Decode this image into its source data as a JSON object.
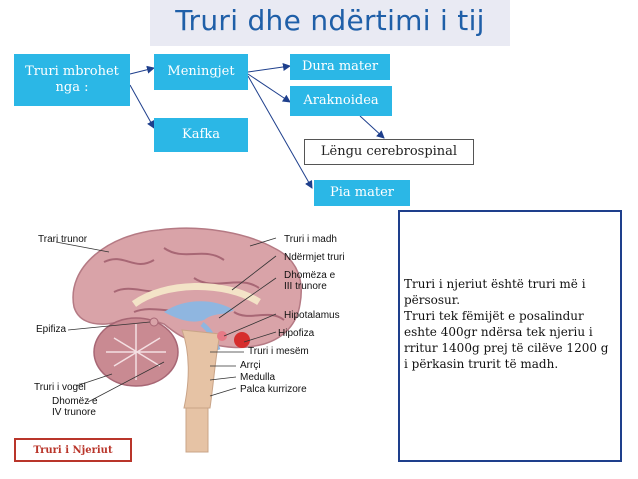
{
  "title": "Truri dhe ndërtimi i tij",
  "diagram": {
    "root": "Truri mbrohet nga :",
    "meningjet": "Meningjet",
    "kafka": "Kafka",
    "dura_mater": "Dura mater",
    "araknoidea": "Araknoidea",
    "lengu": "Lëngu cerebrospinal",
    "pia_mater": "Pia mater"
  },
  "figure": {
    "caption": "Truri i Njeriut",
    "labels": {
      "truri_trunor": "Trari trunor",
      "truri_i_madh": "Truri i madh",
      "nderrmjet_truri": "Ndërmjet truri",
      "dhomeza_iii": "Dhomëza e\nIII trunore",
      "hipotalamus": "Hipotalamus",
      "hipofiza": "Hipofiza",
      "truri_i_mesem": "Truri i mesëm",
      "arrci": "Arrçi",
      "medulla": "Medulla",
      "palca": "Palca kurrizore",
      "epifiza": "Epifiza",
      "truri_i_vogel": "Truri i vogël",
      "dhomeza_iv": "Dhomëz e\nIV trunore"
    }
  },
  "info": {
    "text": "Truri i njeriut është truri më i përsosur.\nTruri tek fëmijët e posalindur eshte 400gr ndërsa tek njeriu i rritur 1400g prej të cilëve 1200 g i përkasin trurit të madh."
  },
  "colors": {
    "title": "#1f5fa8",
    "box_fill": "#2bb7e6",
    "arrow": "#1e3f8c",
    "cerebrum": "#d9a3a8",
    "cerebellum": "#c98a92",
    "brainstem": "#e6c3a5",
    "ventricle": "#8fb6e0",
    "caption_border": "#b9352a",
    "info_border": "#1e3f8c"
  }
}
